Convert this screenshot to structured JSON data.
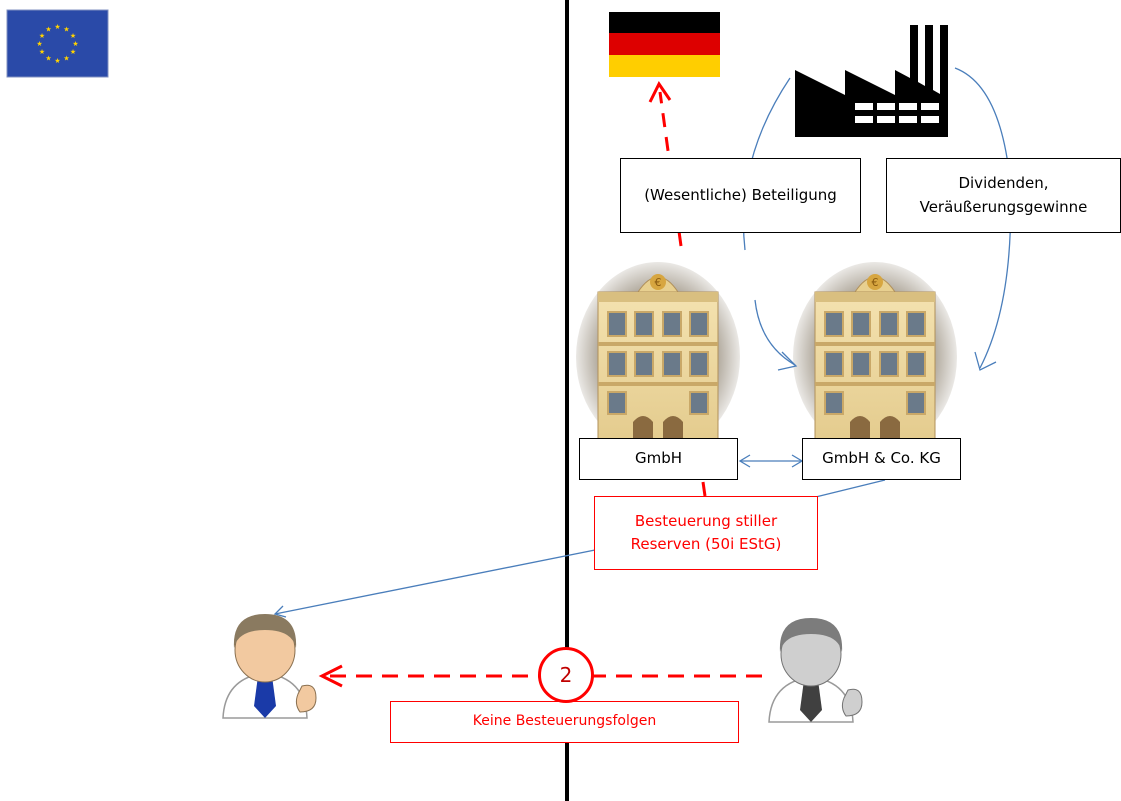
{
  "diagram": {
    "left_flag_icon": "eu-flag-icon",
    "right_flag_icon": "germany-flag-icon",
    "factory_icon": "factory-icon",
    "building_icons": [
      "bank-building-icon",
      "bank-building-icon"
    ],
    "person_icons": [
      "businessman-icon",
      "businessman-grey-icon"
    ],
    "labels": {
      "beteiligung": "(Wesentliche) Beteiligung",
      "dividenden": "Dividenden,\nVeräußerungsgewinne",
      "gmbh": "GmbH",
      "gmbh_co_kg": "GmbH & Co. KG",
      "besteuerung": "Besteuerung stiller\nReserven (50i EStG)",
      "keine_folgen": "Keine Besteuerungsfolgen",
      "step_number": "2"
    },
    "colors": {
      "red": "#ff0000",
      "blue_line": "#4a7ebb",
      "border_line": "#000000",
      "eu_blue": "#2a4aa8",
      "eu_star": "#ffd200",
      "de_black": "#000000",
      "de_red": "#dd0000",
      "de_gold": "#ffce00"
    }
  }
}
